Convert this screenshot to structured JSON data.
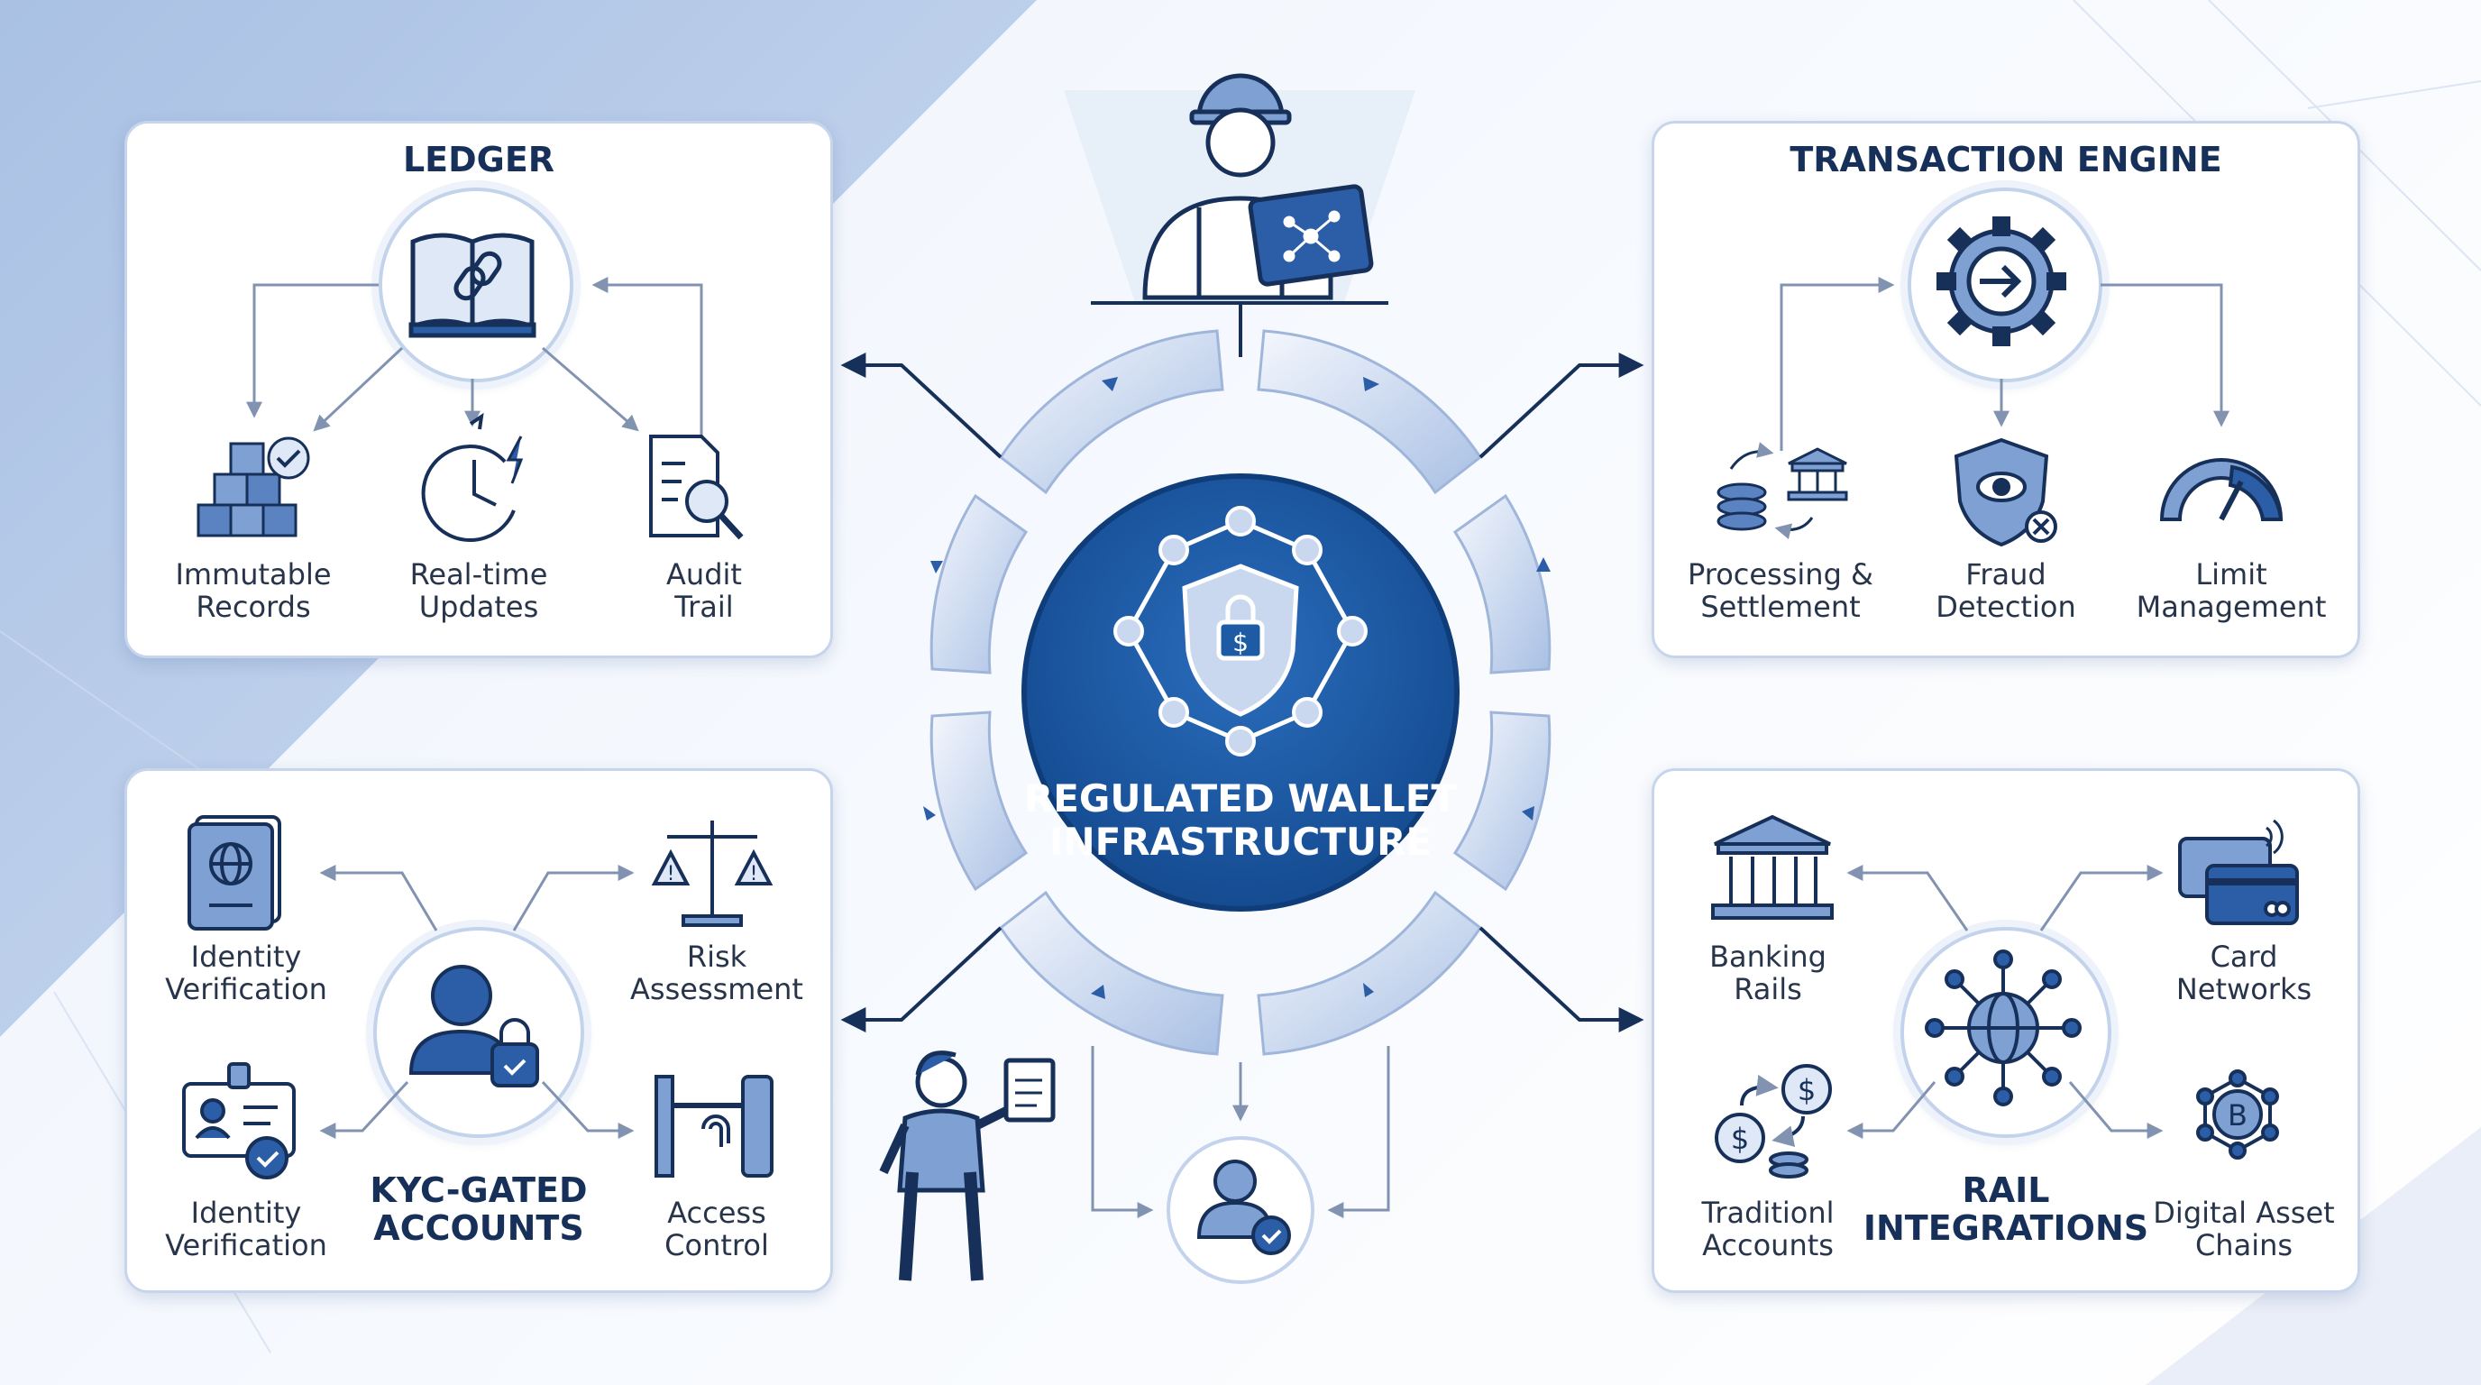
{
  "center": {
    "title_line1": "REGULATED WALLET",
    "title_line2": "INFRASTRUCTURE",
    "icon": "shield-lock-dollar-network-icon"
  },
  "ledger": {
    "title": "LEDGER",
    "hub_icon": "chain-book-icon",
    "items": [
      {
        "label": "Immutable\nRecords",
        "icon": "stacked-blocks-check-icon"
      },
      {
        "label": "Real-time\nUpdates",
        "icon": "clock-lightning-icon"
      },
      {
        "label": "Audit\nTrail",
        "icon": "document-magnifier-icon"
      }
    ]
  },
  "transaction_engine": {
    "title": "TRANSACTION ENGINE",
    "hub_icon": "gear-arrow-icon",
    "items": [
      {
        "label": "Processing &\nSettlement",
        "icon": "coins-bank-exchange-icon"
      },
      {
        "label": "Fraud\nDetection",
        "icon": "shield-eye-icon"
      },
      {
        "label": "Limit\nManagement",
        "icon": "gauge-icon"
      }
    ]
  },
  "kyc": {
    "title_line1": "KYC-GATED",
    "title_line2": "ACCOUNTS",
    "hub_icon": "user-lock-icon",
    "items": [
      {
        "label": "Identity\nVerification",
        "icon": "passport-icon"
      },
      {
        "label": "Risk\nAssessment",
        "icon": "scale-warning-icon"
      },
      {
        "label": "Identity\nVerification",
        "icon": "id-card-check-icon"
      },
      {
        "label": "Access\nControl",
        "icon": "turnstile-fingerprint-icon"
      }
    ]
  },
  "rail": {
    "title_line1": "RAIL",
    "title_line2": "INTEGRATIONS",
    "hub_icon": "globe-network-icon",
    "items": [
      {
        "label": "Banking\nRails",
        "icon": "bank-icon"
      },
      {
        "label": "Card\nNetworks",
        "icon": "credit-card-contactless-icon"
      },
      {
        "label": "Traditionl\nAccounts",
        "icon": "dollar-coins-exchange-icon"
      },
      {
        "label": "Digital Asset\nChains",
        "icon": "bitcoin-network-icon"
      }
    ]
  },
  "people": [
    {
      "icon": "engineer-with-tablet-icon"
    },
    {
      "icon": "person-with-document-icon"
    }
  ],
  "bottom_node": {
    "icon": "user-verified-icon"
  },
  "colors": {
    "navy": "#16305a",
    "accent": "#2b5ea7",
    "light": "#c7d5ec",
    "center": "#1d5ba5"
  }
}
